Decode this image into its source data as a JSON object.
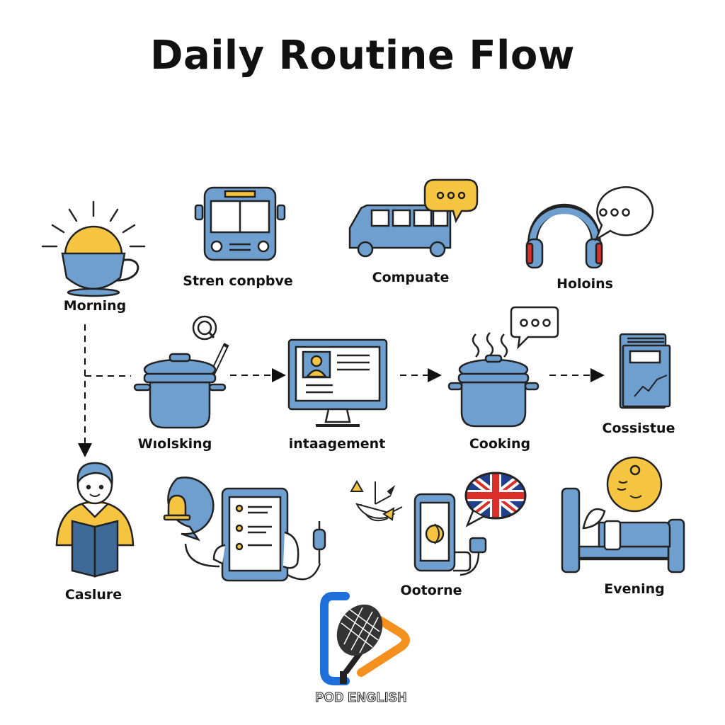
{
  "title": "Daily Routine Flow",
  "nodes": {
    "morning": "Morning",
    "bus": "Stren conpbve",
    "compute": "Compuate",
    "headphones": "Holoins",
    "wolsking": "Wıolsking",
    "computer": "intaagement",
    "cooking": "Cooking",
    "book": "Cossistue",
    "reading": "Caslure",
    "phone": "Ootorne",
    "evening": "Evening"
  },
  "brand": {
    "name": "POD ENGLISH"
  },
  "colors": {
    "blue": "#6f9fcf",
    "yellow": "#f5c542",
    "outline": "#222222",
    "orange": "#f4901e",
    "brand_blue": "#1e6fd9"
  },
  "icons": [
    "sun-cup-icon",
    "bus-icon",
    "van-icon",
    "headphones-icon",
    "pot-icon",
    "computer-icon",
    "cooking-pot-icon",
    "book-chart-icon",
    "reading-person-icon",
    "tablet-icon",
    "phone-icon",
    "bed-moon-icon",
    "microphone-logo-icon"
  ]
}
